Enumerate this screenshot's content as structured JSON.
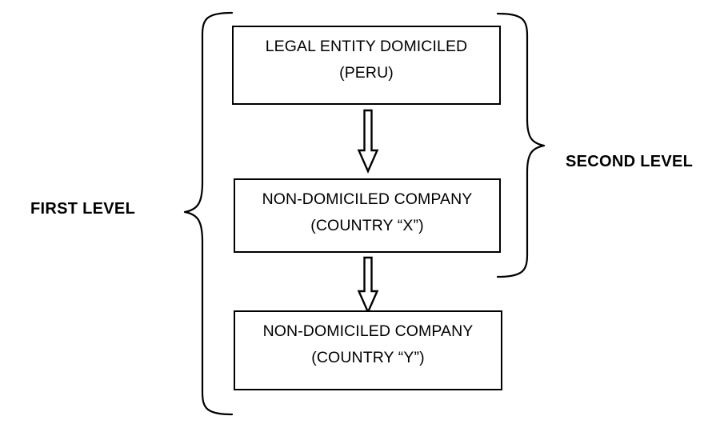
{
  "diagram": {
    "type": "flowchart",
    "background_color": "#ffffff",
    "line_color": "#000000",
    "nodes": [
      {
        "id": "legal-entity-domiciled",
        "line1": "LEGAL ENTITY DOMICILED",
        "line2": "(PERU)"
      },
      {
        "id": "non-domiciled-company-x",
        "line1": "NON-DOMICILED COMPANY",
        "line2": "(COUNTRY “X”)"
      },
      {
        "id": "non-domiciled-company-y",
        "line1": "NON-DOMICILED COMPANY",
        "line2": "(COUNTRY “Y”)"
      }
    ],
    "connectors": [
      {
        "id": "arrow-1",
        "from": "legal-entity-domiciled",
        "to": "non-domiciled-company-x",
        "style": "hollow-block-arrow",
        "direction": "down"
      },
      {
        "id": "arrow-2",
        "from": "non-domiciled-company-x",
        "to": "non-domiciled-company-y",
        "style": "hollow-block-arrow",
        "direction": "down"
      }
    ],
    "groupings": [
      {
        "id": "first-level",
        "label": "FIRST LEVEL",
        "side": "left",
        "covers": [
          "legal-entity-domiciled",
          "non-domiciled-company-x",
          "non-domiciled-company-y"
        ]
      },
      {
        "id": "second-level",
        "label": "SECOND LEVEL",
        "side": "right",
        "covers": [
          "legal-entity-domiciled",
          "non-domiciled-company-x"
        ]
      }
    ]
  }
}
